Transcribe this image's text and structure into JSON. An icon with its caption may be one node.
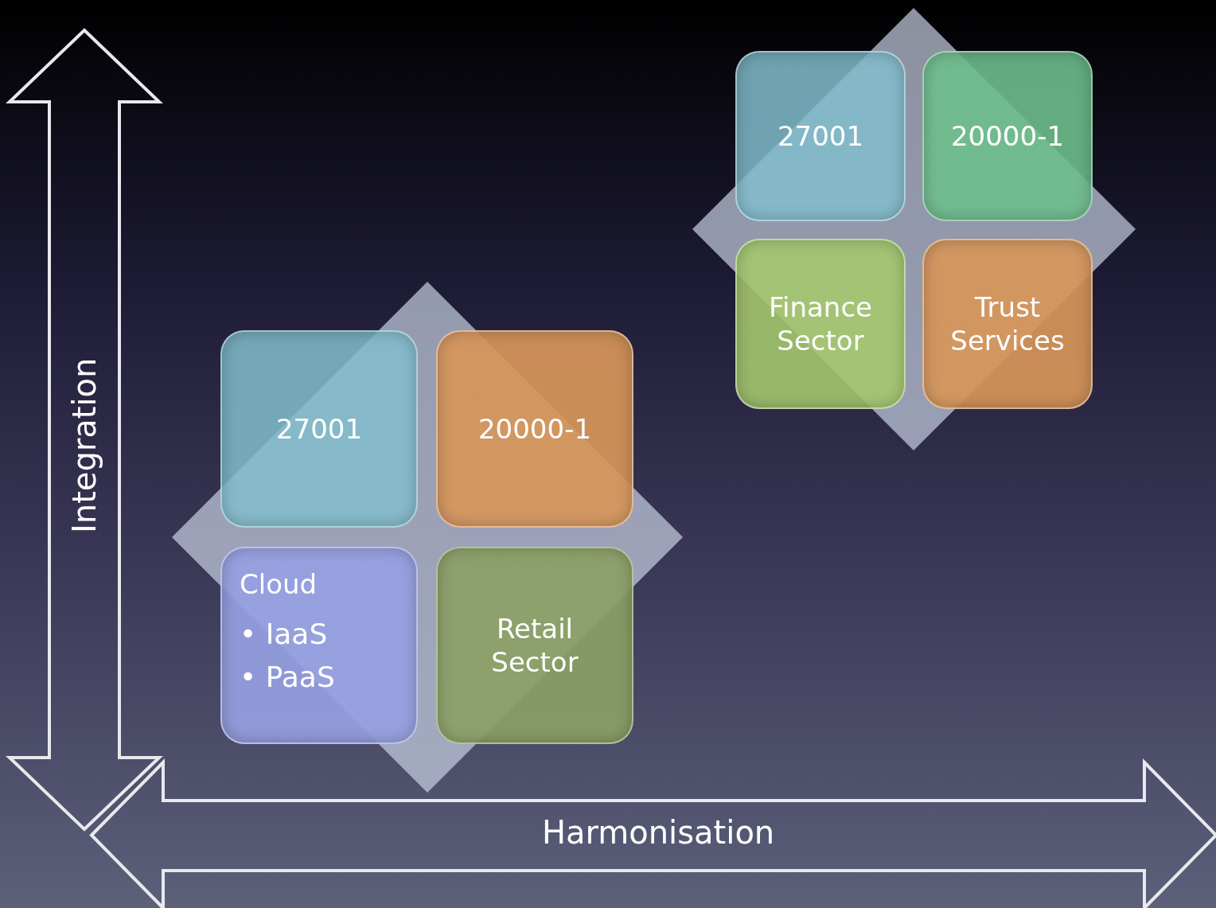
{
  "diagram": {
    "nodes": [
      {
        "text": [
          "Integration"
        ]
      },
      {
        "text": [
          "27001"
        ]
      },
      {
        "text": [
          "20000-1"
        ]
      },
      {
        "text": [
          "Finance Sector"
        ]
      },
      {
        "text": [
          "Trust Services"
        ]
      },
      {
        "text": [
          "27001"
        ]
      },
      {
        "text": [
          "20000-1"
        ]
      },
      {
        "text": [
          "Cloud",
          "• IaaS",
          "• PaaS"
        ]
      },
      {
        "text": [
          "Retail Sector"
        ]
      },
      {
        "text": [
          "Harmonisation"
        ]
      }
    ],
    "edges": []
  }
}
